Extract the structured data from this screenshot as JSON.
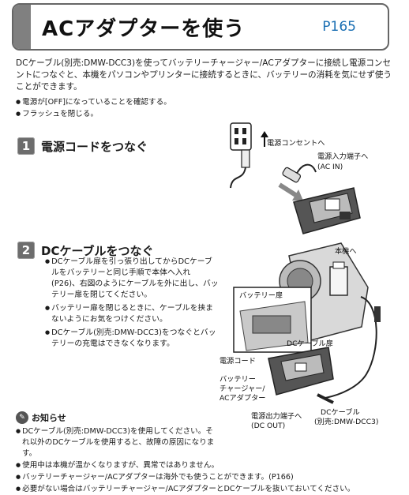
{
  "header": {
    "title": "ACアダプターを使う",
    "page_ref": "P165"
  },
  "intro": {
    "text": "DCケーブル(別売:DMW-DCC3)を使ってバッテリーチャージャー/ACアダプターに接続し電源コンセントにつなぐと、本機をパソコンやプリンターに接続するときに、バッテリーの消耗を気にせず使うことができます。",
    "bullets": [
      "電源が[OFF]になっていることを確認する。",
      "フラッシュを閉じる。"
    ]
  },
  "step1": {
    "number": "1",
    "label": "電源コードをつなぐ"
  },
  "step2": {
    "number": "2",
    "label": "DCケーブルをつなぐ",
    "items": [
      "DCケーブル扉を引っ張り出してからDCケーブルをバッテリーと同じ手順で本体へ入れ(P26)、右図のようにケーブルを外に出し、バッテリー扉を閉じてください。",
      "バッテリー扉を閉じるときに、ケーブルを挟まないようにお気をつけください。",
      "DCケーブル(別売:DMW-DCC3)をつなぐとバッテリーの充電はできなくなります。"
    ]
  },
  "illustration1": {
    "outlet_label": "電源コンセントへ",
    "ac_in_label": "電源入力端子へ",
    "ac_in_sub": "(AC IN)"
  },
  "illustration2": {
    "camera_label": "本機へ",
    "battery_door": "バッテリー扉",
    "dc_cable_door": "DCケーブル扉",
    "power_cord": "電源コード",
    "charger_l1": "バッテリー",
    "charger_l2": "チャージャー/",
    "charger_l3": "ACアダプター",
    "dc_out_l1": "電源出力端子へ",
    "dc_out_l2": "(DC OUT)",
    "dc_cable_l1": "DCケーブル",
    "dc_cable_l2": "(別売:DMW-DCC3)"
  },
  "notes": {
    "heading": "お知らせ",
    "items": [
      "DCケーブル(別売:DMW-DCC3)を使用してください。それ以外のDCケーブルを使用すると、故障の原因になります。",
      "使用中は本機が温かくなりますが、異常ではありません。",
      "バッテリーチャージャー/ACアダプターは海外でも使うことができます。(P166)",
      "必要がない場合はバッテリーチャージャー/ACアダプターとDCケーブルを抜いておいてください。"
    ]
  }
}
